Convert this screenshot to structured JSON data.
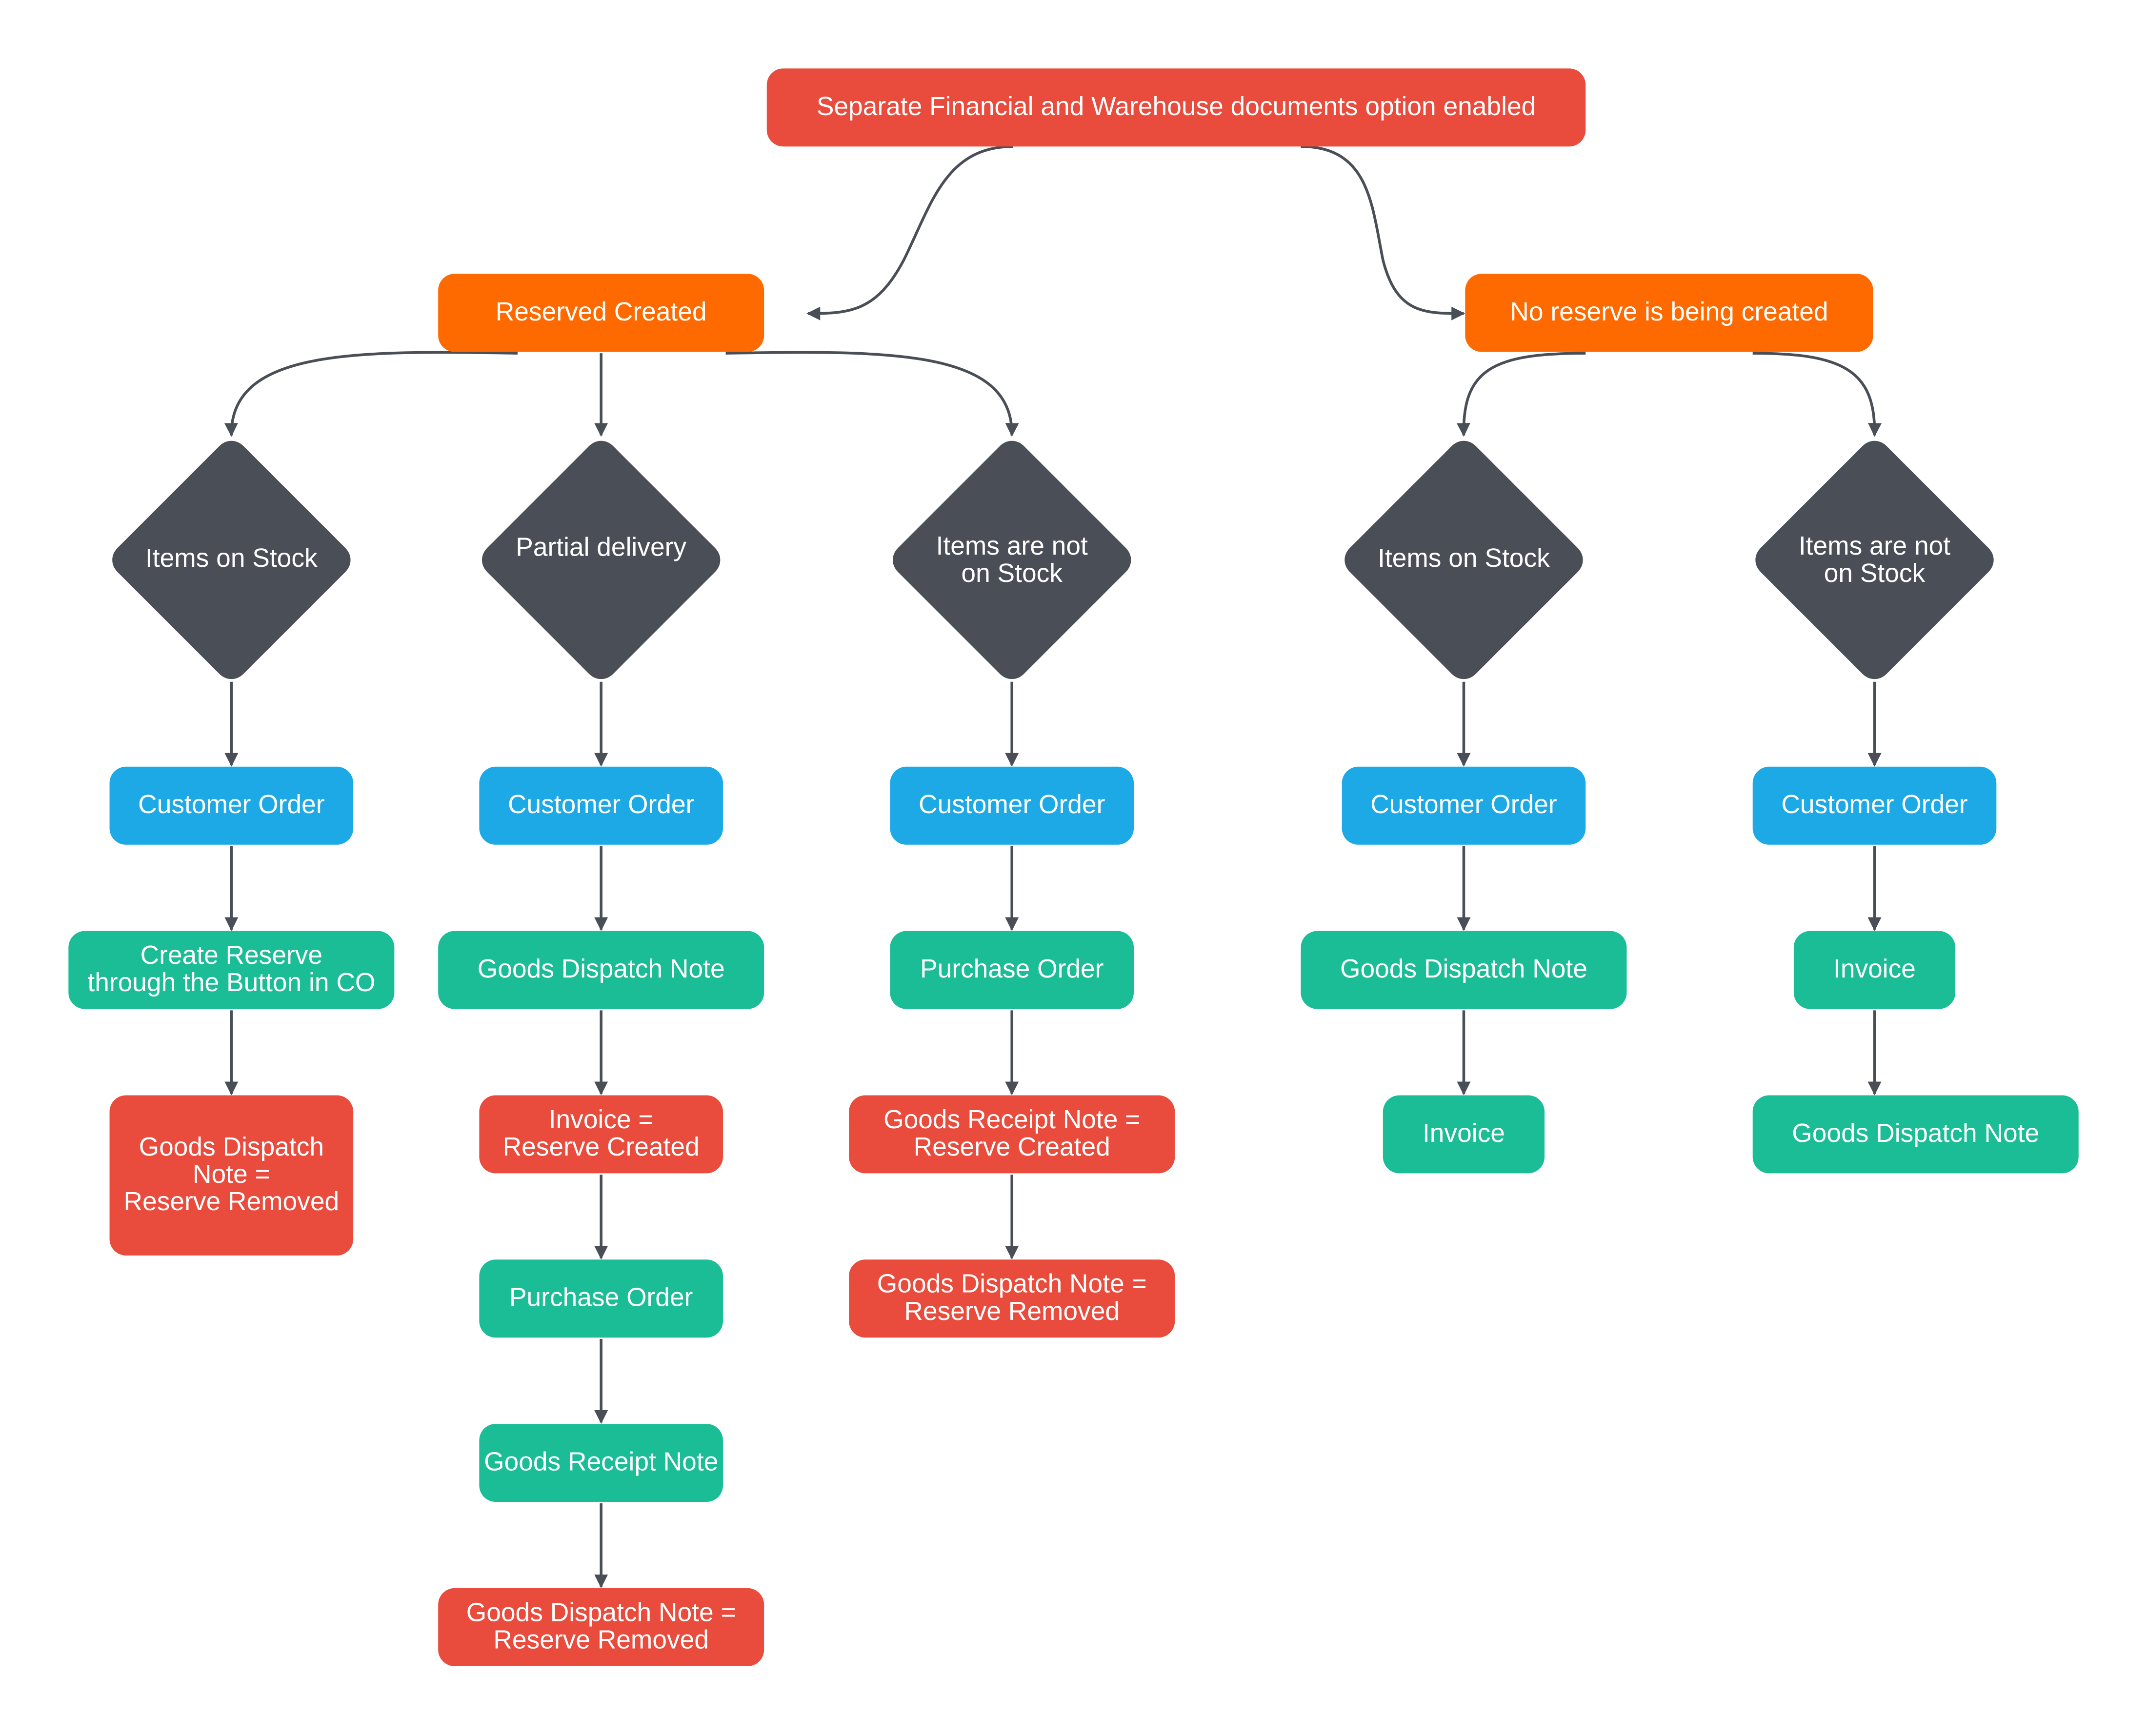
{
  "colors": {
    "red": "#e94b3c",
    "orange": "#ff6a00",
    "blue": "#1ca9e6",
    "green": "#1bbd97",
    "decision": "#4a4f57",
    "edge": "#4a4f57"
  },
  "nodes": {
    "root": "Separate Financial and Warehouse documents option enabled",
    "reserved_created": "Reserved Created",
    "no_reserve": "No reserve is being created",
    "d1": "Items on Stock",
    "d2": "Partial delivery",
    "d3": "Items are not\n on Stock",
    "d4": "Items on Stock",
    "d5": "Items are not\n on Stock",
    "c1_order": "Customer Order",
    "c1_reserve": "Create Reserve\nthrough the Button  in CO",
    "c1_dispatch": "Goods Dispatch\nNote =\nReserve Removed",
    "c2_order": "Customer Order",
    "c2_dispatch": "Goods Dispatch Note",
    "c2_invoice": "Invoice =\nReserve Created",
    "c2_purchase": "Purchase Order",
    "c2_receipt": "Goods Receipt Note",
    "c2_dispatch_removed": "Goods Dispatch Note =\nReserve Removed",
    "c3_order": "Customer Order",
    "c3_purchase": "Purchase Order",
    "c3_receipt": "Goods Receipt Note =\nReserve Created",
    "c3_dispatch_removed": "Goods Dispatch Note =\nReserve Removed",
    "c4_order": "Customer Order",
    "c4_dispatch": "Goods Dispatch Note",
    "c4_invoice": "Invoice",
    "c5_order": "Customer Order",
    "c5_invoice": "Invoice",
    "c5_dispatch": "Goods Dispatch Note"
  },
  "edges": [
    [
      "root",
      "reserved_created"
    ],
    [
      "root",
      "no_reserve"
    ],
    [
      "reserved_created",
      "d1"
    ],
    [
      "reserved_created",
      "d2"
    ],
    [
      "reserved_created",
      "d3"
    ],
    [
      "no_reserve",
      "d4"
    ],
    [
      "no_reserve",
      "d5"
    ],
    [
      "d1",
      "c1_order"
    ],
    [
      "c1_order",
      "c1_reserve"
    ],
    [
      "c1_reserve",
      "c1_dispatch"
    ],
    [
      "d2",
      "c2_order"
    ],
    [
      "c2_order",
      "c2_dispatch"
    ],
    [
      "c2_dispatch",
      "c2_invoice"
    ],
    [
      "c2_invoice",
      "c2_purchase"
    ],
    [
      "c2_purchase",
      "c2_receipt"
    ],
    [
      "c2_receipt",
      "c2_dispatch_removed"
    ],
    [
      "d3",
      "c3_order"
    ],
    [
      "c3_order",
      "c3_purchase"
    ],
    [
      "c3_purchase",
      "c3_receipt"
    ],
    [
      "c3_receipt",
      "c3_dispatch_removed"
    ],
    [
      "d4",
      "c4_order"
    ],
    [
      "c4_order",
      "c4_dispatch"
    ],
    [
      "c4_dispatch",
      "c4_invoice"
    ],
    [
      "d5",
      "c5_order"
    ],
    [
      "c5_order",
      "c5_invoice"
    ],
    [
      "c5_invoice",
      "c5_dispatch"
    ]
  ]
}
